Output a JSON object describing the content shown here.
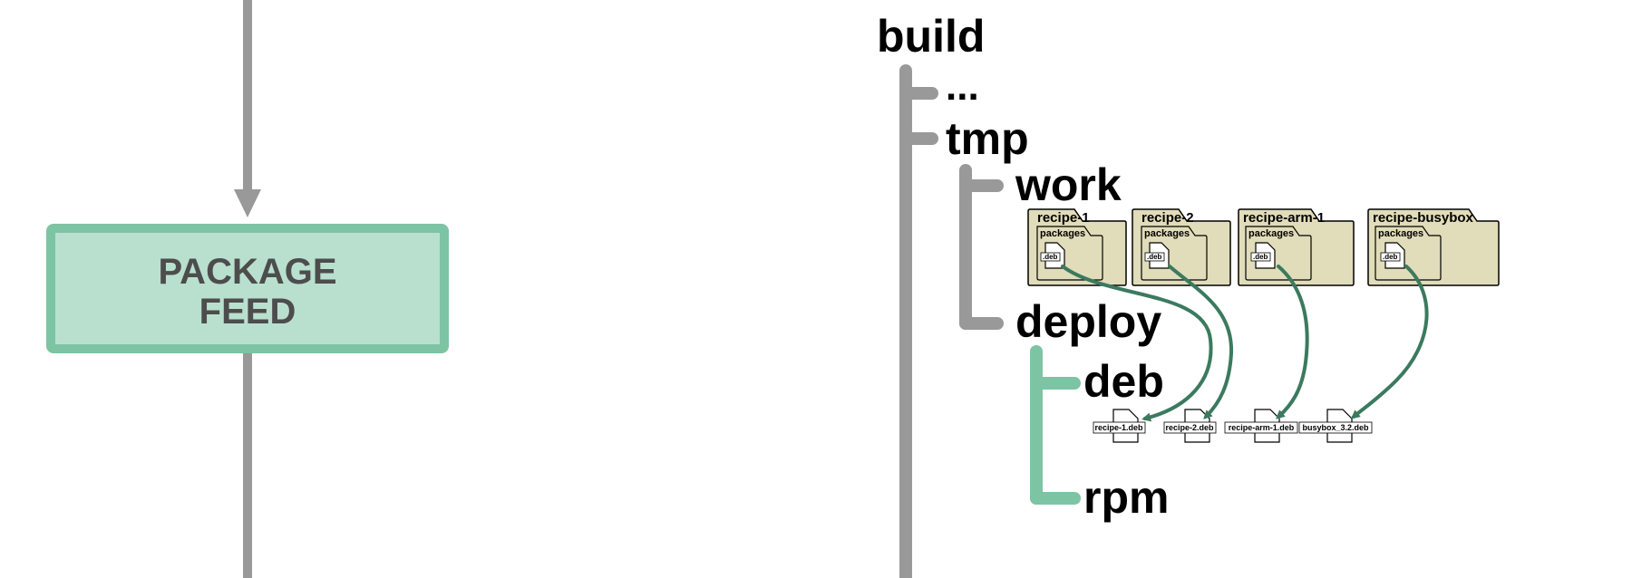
{
  "colors": {
    "gray_line": "#999999",
    "green_line": "#7cc4a4",
    "package_box_fill": "#b9e0cf",
    "package_box_border": "#7cc4a4",
    "package_text": "#4d4d4d",
    "folder_fill": "#e1dcb9",
    "arrow": "#3b7a5f"
  },
  "package_feed": {
    "line1": "PACKAGE",
    "line2": "FEED"
  },
  "tree": {
    "build": "build",
    "ellipsis": "...",
    "tmp": "tmp",
    "work": "work",
    "deploy": "deploy",
    "deb": "deb",
    "rpm": "rpm"
  },
  "recipes": [
    {
      "name": "recipe-1",
      "subfolder": "packages",
      "file": ".deb"
    },
    {
      "name": "recipe-2",
      "subfolder": "packages",
      "file": ".deb"
    },
    {
      "name": "recipe-arm-1",
      "subfolder": "packages",
      "file": ".deb"
    },
    {
      "name": "recipe-busybox",
      "subfolder": "packages",
      "file": ".deb"
    }
  ],
  "deb_files": [
    "recipe-1.deb",
    "recipe-2.deb",
    "recipe-arm-1.deb",
    "busybox_3.2.deb"
  ]
}
